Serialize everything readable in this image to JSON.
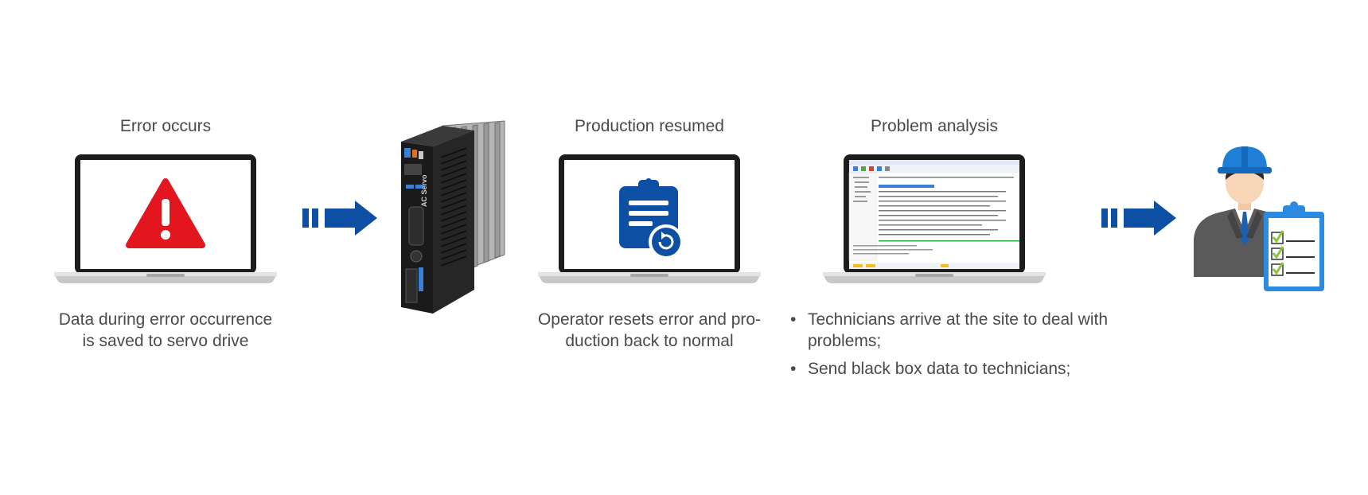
{
  "steps": [
    {
      "title": "Error occurs",
      "caption_lines": [
        "Data during error occurrence",
        "is saved to servo drive"
      ]
    },
    {
      "device_label": "AC Servo"
    },
    {
      "title": "Production resumed",
      "caption_lines": [
        "Operator resets error and pro-",
        "duction back to normal"
      ]
    },
    {
      "title": "Problem analysis",
      "bullets": [
        "Technicians arrive at the site to deal with problems;",
        "Send black box data to technicians;"
      ]
    }
  ],
  "icons": {
    "laptop1": "warning-icon",
    "laptop2": "clipboard-reset-icon",
    "laptop3": "software-screen-icon",
    "technician": "technician-icon"
  },
  "colors": {
    "accent_blue": "#0d4fa3",
    "warning_red": "#e3161f",
    "text": "#4a4a4a"
  }
}
